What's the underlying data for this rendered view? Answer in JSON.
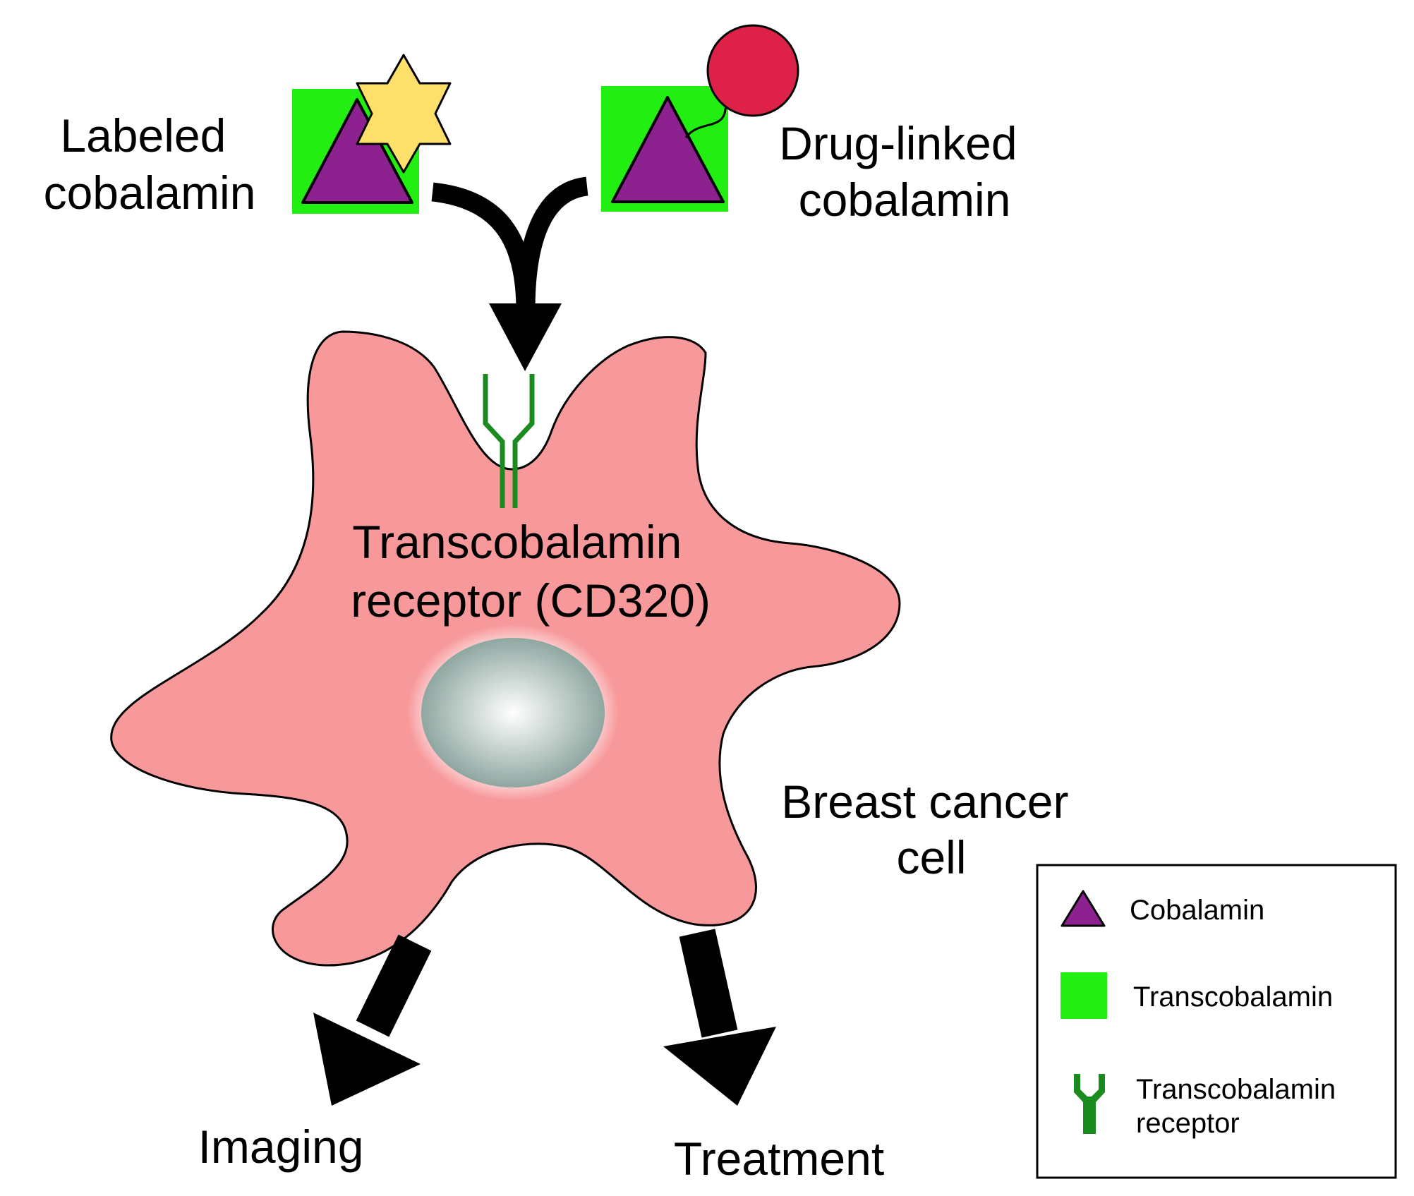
{
  "labels": {
    "labeled": [
      "Labeled",
      "cobalamin"
    ],
    "drug_linked": [
      "Drug-linked",
      "cobalamin"
    ],
    "receptor": [
      "Transcobalamin",
      "receptor (CD320)"
    ],
    "cell": [
      "Breast cancer",
      "cell"
    ],
    "imaging": "Imaging",
    "treatment": "Treatment"
  },
  "legend": {
    "items": [
      {
        "icon": "triangle-icon",
        "label": [
          "Cobalamin"
        ]
      },
      {
        "icon": "square-icon",
        "label": [
          "Transcobalamin"
        ]
      },
      {
        "icon": "receptor-icon",
        "label": [
          "Transcobalamin",
          "receptor"
        ]
      }
    ]
  },
  "colors": {
    "cobalamin": "#8e2190",
    "transcobalamin": "#22ee11",
    "label_star": "#fde069",
    "drug": "#de2148",
    "cell": "#f7999b",
    "receptor": "#1b8a1f",
    "nucleus": "#8fa7a1",
    "arrow": "#000000"
  }
}
